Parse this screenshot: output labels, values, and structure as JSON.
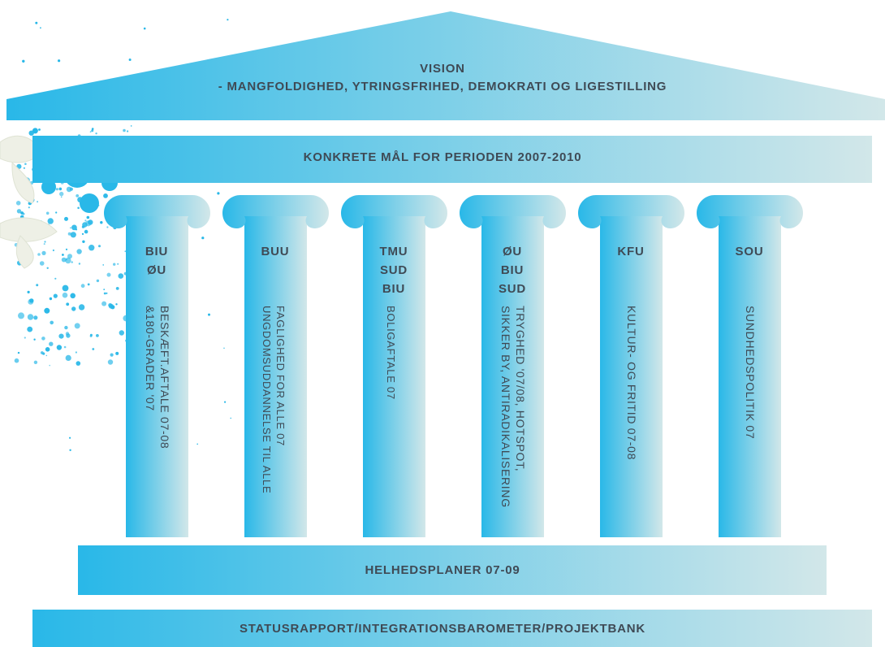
{
  "roof": {
    "line1": "VISION",
    "line2": "- MANGFOLDIGHED, YTRINGSFRIHED, DEMOKRATI OG LIGESTILLING"
  },
  "goals_band": {
    "label": "KONKRETE MÅL FOR PERIODEN 2007-2010"
  },
  "pillars": [
    {
      "abbrevs": [
        "BIU",
        "ØU"
      ],
      "desc": [
        "BESKÆFT.AFTALE 07-08",
        "&180-GRADER '07"
      ]
    },
    {
      "abbrevs": [
        "BUU"
      ],
      "desc": [
        "FAGLIGHED FOR ALLE 07",
        "UNGDOMSUDDANNELSE TIL ALLE"
      ]
    },
    {
      "abbrevs": [
        "TMU",
        "SUD",
        "BIU"
      ],
      "desc": [
        "BOLIGAFTALE 07"
      ]
    },
    {
      "abbrevs": [
        "ØU",
        "BIU",
        "SUD"
      ],
      "desc": [
        "TRYGHED '07/08, HOTSPOT,",
        "SIKKER BY, ANTIRADIKALISERING"
      ]
    },
    {
      "abbrevs": [
        "KFU"
      ],
      "desc": [
        "KULTUR- OG FRITID 07-08"
      ]
    },
    {
      "abbrevs": [
        "SOU"
      ],
      "desc": [
        "SUNDHEDSPOLITIK 07"
      ]
    }
  ],
  "plans_band": {
    "label": "HELHEDSPLANER 07-09"
  },
  "base_band": {
    "label": "STATUSRAPPORT/INTEGRATIONSBAROMETER/PROJEKTBANK"
  },
  "colors": {
    "gradient_start": "#29b8e8",
    "gradient_end": "#d2e7e9",
    "text": "#3f4a55",
    "splash": "#29b8e8",
    "butterfly": "#eef0e6"
  }
}
